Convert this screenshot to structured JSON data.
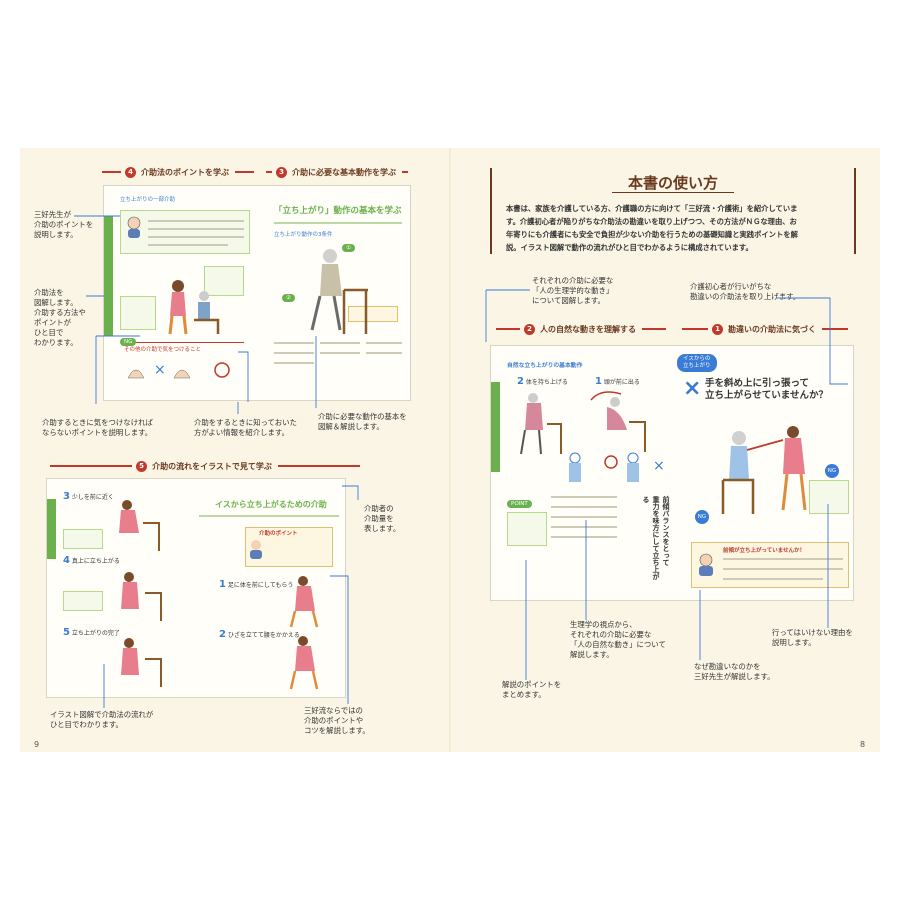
{
  "colors": {
    "accent_red": "#c0392b",
    "leader_blue": "#3a7bd5",
    "tab_green": "#6ab04c",
    "page_bg": "#fbf5e6"
  },
  "left_page": {
    "page_number": "9",
    "headers": {
      "h4": {
        "num": "4",
        "label": "介助法のポイントを学ぶ"
      },
      "h3": {
        "num": "3",
        "label": "介助に必要な基本動作を学ぶ"
      },
      "h5": {
        "num": "5",
        "label": "介助の流れをイラストで見て学ぶ"
      }
    },
    "panel_top": {
      "small_title": "立ち上がりの一部介助",
      "main_title": "「立ち上がり」動作の基本を学ぶ",
      "section_label": "立ち上がり動作の3条件",
      "ng_banner": "その他の介助で気をつけること"
    },
    "panel_bottom": {
      "main_title": "イスから立ち上がるための介助",
      "steps": [
        {
          "num": "1",
          "text": "足に体を前にしてもらう"
        },
        {
          "num": "2",
          "text": "ひざを立てて腰をかかえる"
        },
        {
          "num": "3",
          "text": "少しを前に近く"
        },
        {
          "num": "4",
          "text": "真上に立ち上がる"
        },
        {
          "num": "5",
          "text": "立ち上がりの完了"
        }
      ],
      "point_label": "介助のポイント"
    },
    "callouts": {
      "sensei": [
        "三好先生が",
        "介助のポイントを",
        "説明します。"
      ],
      "kaijo": [
        "介助法を",
        "図解します。",
        "介助する方法や",
        "ポイントが",
        "ひと目で",
        "わかります。"
      ],
      "kiwotsuke": [
        "介助するときに気をつけなければ",
        "ならないポイントを説明します。"
      ],
      "shitte": [
        "介助をするときに知っておいた",
        "方がよい情報を紹介します。"
      ],
      "kihon": [
        "介助に必要な動作の基本を",
        "図解＆解説します。"
      ],
      "kaijoryo": [
        "介助者の",
        "介助量を",
        "表します。"
      ],
      "illust": [
        "イラスト図解で介助法の流れが",
        "ひと目でわかります。"
      ],
      "miyoshi": [
        "三好流ならではの",
        "介助のポイントや",
        "コツを解説します。"
      ]
    }
  },
  "right_page": {
    "page_number": "8",
    "title": "本書の使い方",
    "intro": [
      "本書は、家族を介護している方、介護職の方に向けて「三好流・介護術」を紹介していま",
      "す。介護初心者が陥りがちな介助法の勘違いを取り上げつつ、その方法がＮＧな理由、お",
      "年寄りにも介護者にも安全で負担が少ない介助を行うための基礎知識と実践ポイントを解",
      "説。イラスト図解で動作の流れがひと目でわかるように構成されています。"
    ],
    "headers": {
      "h2": {
        "num": "2",
        "label": "人の自然な動きを理解する"
      },
      "h1": {
        "num": "1",
        "label": "勘違いの介助法に気づく"
      }
    },
    "panel_left": {
      "title": "自然な立ち上がりの基本動作",
      "steps": [
        {
          "num": "2",
          "text": "体を持ち上げる"
        },
        {
          "num": "1",
          "text": "頭が前に出る"
        }
      ],
      "vertical_caption": [
        "前傾バランスをとって",
        "重力を味方にして立ち上がる"
      ]
    },
    "panel_right": {
      "badge": [
        "イスからの",
        "立ち上がり"
      ],
      "headline": [
        "手を斜め上に引っ張って",
        "立ち上がらせていませんか？"
      ],
      "ng_label": "NG",
      "note_title": "前傾が立ち上がっていませんか！"
    },
    "callouts": {
      "shizen": [
        "それぞれの介助に必要な",
        "「人の生理学的な動き」",
        "について図解します。"
      ],
      "kanchigai": [
        "介護初心者が行いがちな",
        "勘違いの介助法を取り上げます。"
      ],
      "seiri": [
        "生理学の視点から、",
        "それぞれの介助に必要な",
        "「人の自然な動き」について",
        "解説します。"
      ],
      "kaisetsu": [
        "解説のポイントを",
        "まとめます。"
      ],
      "riyu": [
        "行ってはいけない理由を",
        "説明します。"
      ],
      "naze": [
        "なぜ勘違いなのかを",
        "三好先生が解説します。"
      ]
    }
  }
}
